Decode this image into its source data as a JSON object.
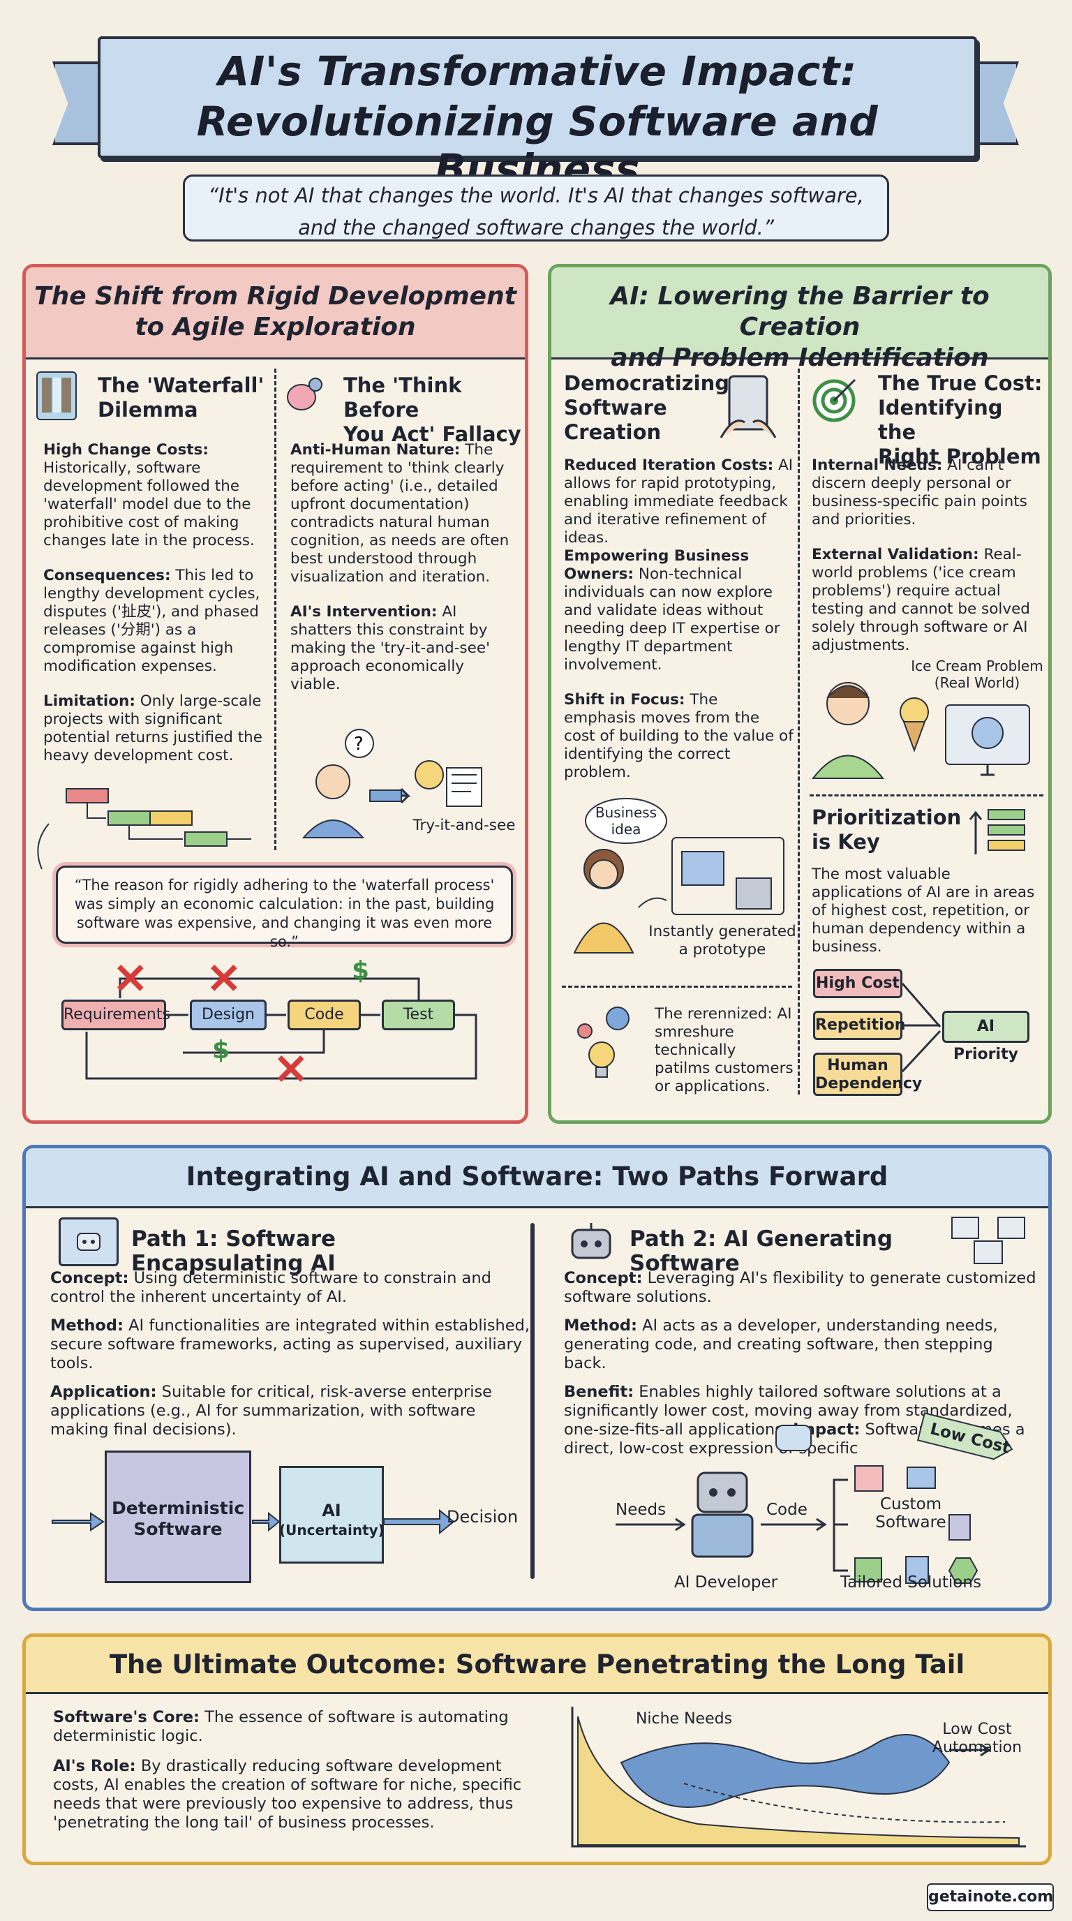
{
  "header": {
    "title_line1": "AI's Transformative Impact:",
    "title_line2": "Revolutionizing Software and Business",
    "quote_line1": "“It's not AI that changes the world. It's AI that changes software,",
    "quote_line2": "and the changed software changes the world.”"
  },
  "shift": {
    "title_line1": "The Shift from Rigid Development",
    "title_line2": "to Agile Exploration",
    "waterfall": {
      "heading_line1": "The 'Waterfall'",
      "heading_line2": "Dilemma",
      "p1_label": "High Change Costs:",
      "p1": "Historically, software development followed the 'waterfall' model due to the prohibitive cost of making changes late in the process.",
      "p2_label": "Consequences:",
      "p2": "This led to lengthy development cycles, disputes ('扯皮'), and phased releases ('分期') as a compromise against high modification expenses.",
      "p3_label": "Limitation:",
      "p3": "Only large-scale projects with significant potential returns justified the heavy development cost."
    },
    "think": {
      "heading_line1": "The 'Think Before",
      "heading_line2": "You Act' Fallacy",
      "p1_label": "Anti-Human Nature:",
      "p1": "The requirement to 'think clearly before acting' (i.e., detailed upfront documentation) contradicts natural human cognition, as needs are often best understood through visualization and iteration.",
      "p2_label": "AI's Intervention:",
      "p2": "AI shatters this constraint by making the 'try-it-and-see' approach economically viable.",
      "caption": "Try-it-and-see"
    },
    "quote": "“The reason for rigidly adhering to the 'waterfall process' was simply an economic calculation: in the past, building software was expensive, and changing it was even more so.”",
    "flow": [
      "Requirements",
      "Design",
      "Code",
      "Test"
    ],
    "dollar": "$"
  },
  "barrier": {
    "title_line1": "AI: Lowering the Barrier to Creation",
    "title_line2": "and Problem Identification",
    "democ": {
      "heading_line1": "Democratizing",
      "heading_line2": "Software",
      "heading_line3": "Creation",
      "p1_label": "Reduced Iteration Costs:",
      "p1": "AI allows for rapid prototyping, enabling immediate feedback and iterative refinement of ideas.",
      "p2_label": "Empowering Business Owners:",
      "p2": "Non-technical individuals can now explore and validate ideas without needing deep IT expertise or lengthy IT department involvement.",
      "p3_label": "Shift in Focus:",
      "p3": "The emphasis moves from the cost of building to the value of identifying the correct problem.",
      "bubble": "Business idea",
      "caption_line1": "Instantly generated",
      "caption_line2": "a prototype",
      "bottom_text": "The rerennized: AI smreshure technically patilms customers or applications."
    },
    "truecost": {
      "heading_line1": "The True Cost:",
      "heading_line2": "Identifying the",
      "heading_line3": "Right Problem",
      "p1_label": "Internal Needs:",
      "p1": "AI can't discern deeply personal or business-specific pain points and priorities.",
      "p2_label": "External Validation:",
      "p2": "Real-world problems ('ice cream problems') require actual testing and cannot be solved solely through software or AI adjustments.",
      "ice_line1": "Ice Cream Problem",
      "ice_line2": "(Real World)"
    },
    "priority": {
      "heading_line1": "Prioritization",
      "heading_line2": "is Key",
      "p1": "The most valuable applications of AI are in areas of highest cost, repetition, or human dependency within a business.",
      "tags": [
        "High Cost",
        "Repetition",
        "Human Dependency"
      ],
      "target": "AI Priority"
    }
  },
  "integrate": {
    "title": "Integrating AI and Software: Two Paths Forward",
    "path1": {
      "heading": "Path 1: Software Encapsulating AI",
      "concept_label": "Concept:",
      "concept": "Using deterministic software to constrain and control the inherent uncertainty of AI.",
      "method_label": "Method:",
      "method": "AI functionalities are integrated within established, secure software frameworks, acting as supervised, auxiliary tools.",
      "app_label": "Application:",
      "app": "Suitable for critical, risk-averse enterprise applications (e.g., AI for summarization, with software making final decisions).",
      "outer_line1": "Deterministic",
      "outer_line2": "Software",
      "inner_line1": "AI",
      "inner_line2": "(Uncertainty)",
      "decision": "Decision"
    },
    "path2": {
      "heading": "Path 2: AI Generating Software",
      "concept_label": "Concept:",
      "concept": "Leveraging AI's flexibility to generate customized software solutions.",
      "method_label": "Method:",
      "method": "AI acts as a developer, understanding needs, generating code, and creating software, then stepping back.",
      "benefit_label": "Benefit:",
      "benefit": "Enables highly tailored software solutions at a significantly lower cost, moving away from standardized, one-size-fits-all applications.",
      "impact_label": "Impact:",
      "impact": "Software becomes a direct, low-cost expression of specific",
      "needs": "Needs",
      "code": "Code",
      "developer": "AI Developer",
      "custom_line1": "Custom",
      "custom_line2": "Software",
      "tailored": "Tailored Solutions",
      "lowcost": "Low Cost"
    }
  },
  "outcome": {
    "title": "The Ultimate Outcome: Software Penetrating the Long Tail",
    "core_label": "Software's Core:",
    "core": "The essence of software is automating deterministic logic.",
    "role_label": "AI's Role:",
    "role": "By drastically reducing software development costs, AI enables the creation of software for niche, specific needs that were previously too expensive to address, thus 'penetrating the long tail' of business processes.",
    "niche": "Niche Needs",
    "auto_line1": "Low Cost",
    "auto_line2": "Automation"
  },
  "footer": {
    "site": "getainote.com"
  }
}
